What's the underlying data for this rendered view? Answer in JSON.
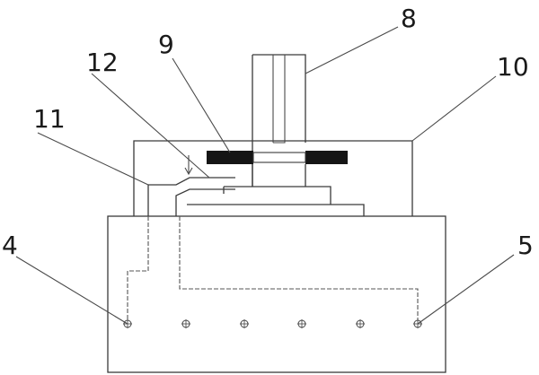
{
  "figure": {
    "labels": [
      {
        "id": "label-8",
        "text": "8"
      },
      {
        "id": "label-9",
        "text": "9"
      },
      {
        "id": "label-10",
        "text": "10"
      },
      {
        "id": "label-11",
        "text": "11"
      },
      {
        "id": "label-12",
        "text": "12"
      },
      {
        "id": "label-4",
        "text": "4"
      },
      {
        "id": "label-5",
        "text": "5"
      }
    ],
    "hole_count": 6,
    "colors": {
      "line": "#3a3a3a",
      "bar": "#151515",
      "background": "#ffffff"
    }
  }
}
